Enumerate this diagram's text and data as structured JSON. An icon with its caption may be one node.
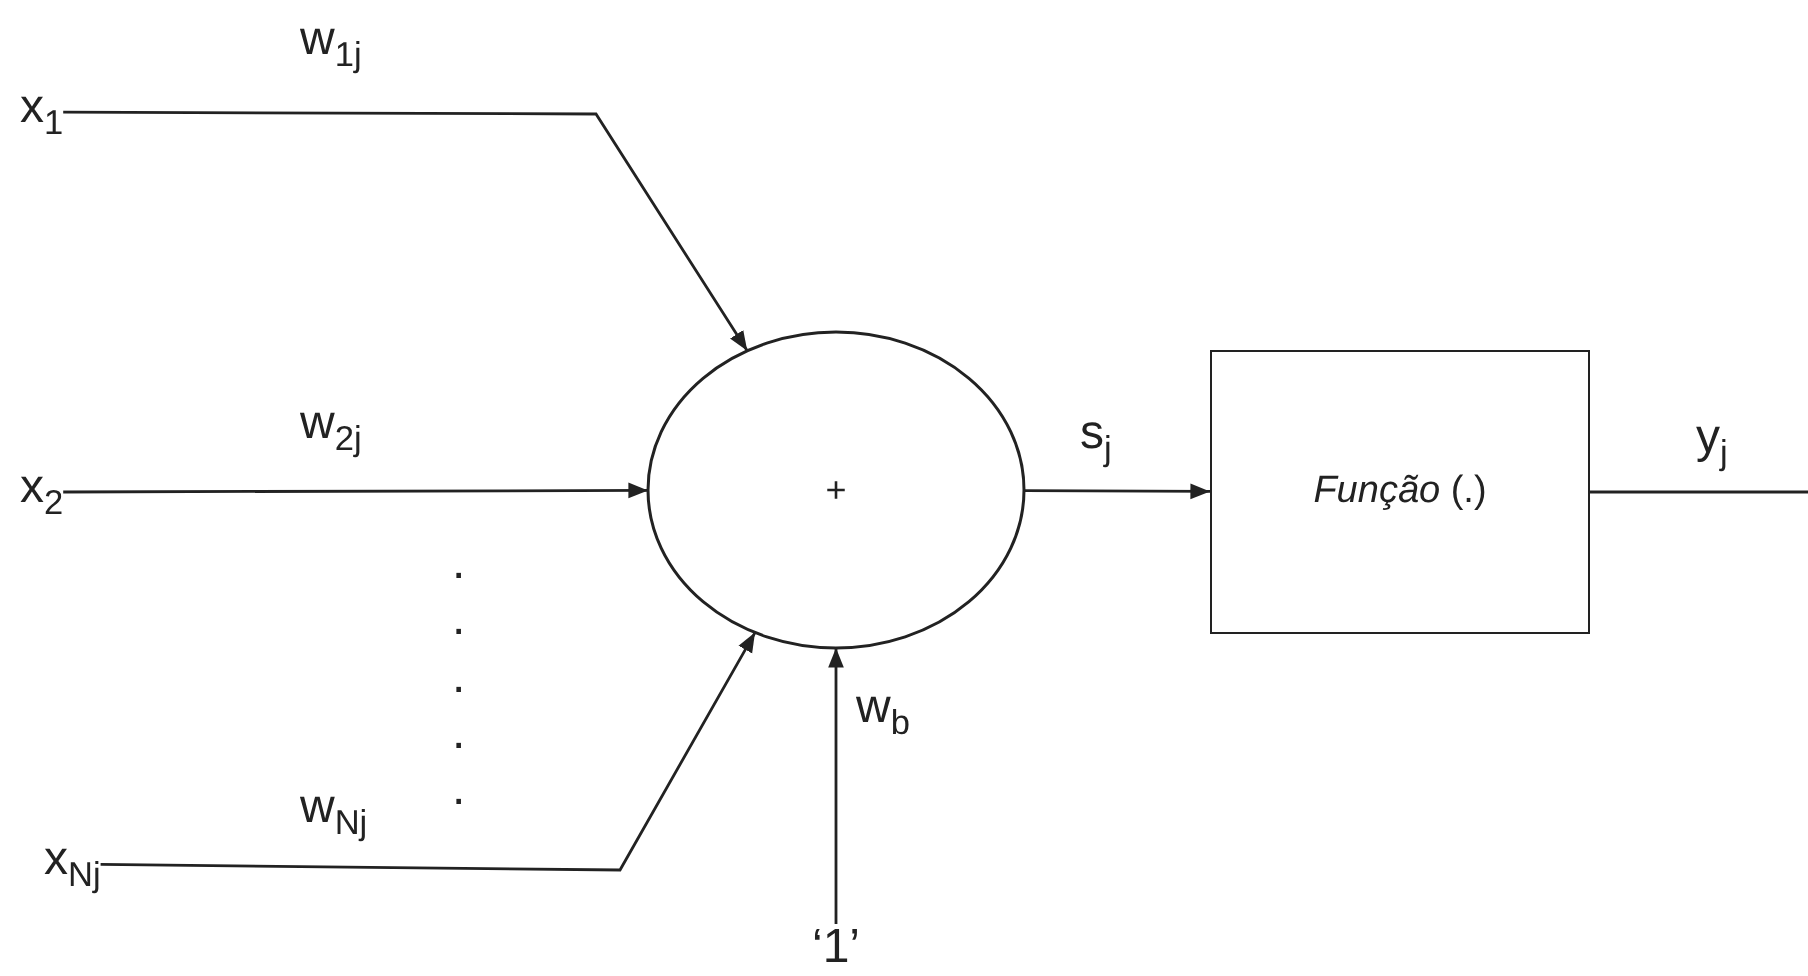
{
  "diagram": {
    "nodes": [
      {
        "text": [
          "x$_{1}$"
        ]
      },
      {
        "text": [
          "x$_{2}$"
        ]
      },
      {
        "text": [
          "x$_{Nj}$"
        ]
      },
      {
        "text": [
          "+"
        ]
      },
      {
        "text": [
          "‘1’"
        ]
      },
      {
        "text": [
          "*Função* (.)"
        ]
      }
    ],
    "edges": [
      {
        "from": 0,
        "to": 3,
        "arrow": "to",
        "label": "w$_{1j}$"
      },
      {
        "from": 1,
        "to": 3,
        "arrow": "to",
        "label": "w$_{2j}$"
      },
      {
        "from": 2,
        "to": 3,
        "arrow": "to",
        "label": "w$_{Nj}$"
      },
      {
        "from": 4,
        "to": 3,
        "arrow": "to",
        "label": "w$_{b}$"
      },
      {
        "from": 3,
        "to": 5,
        "arrow": "to",
        "label": "s$_{j}$"
      },
      {
        "from": 5,
        "to": null,
        "arrow": "none",
        "label": "y$_{j}$"
      }
    ],
    "labels": [
      ".",
      ".",
      ".",
      ".",
      "."
    ]
  }
}
